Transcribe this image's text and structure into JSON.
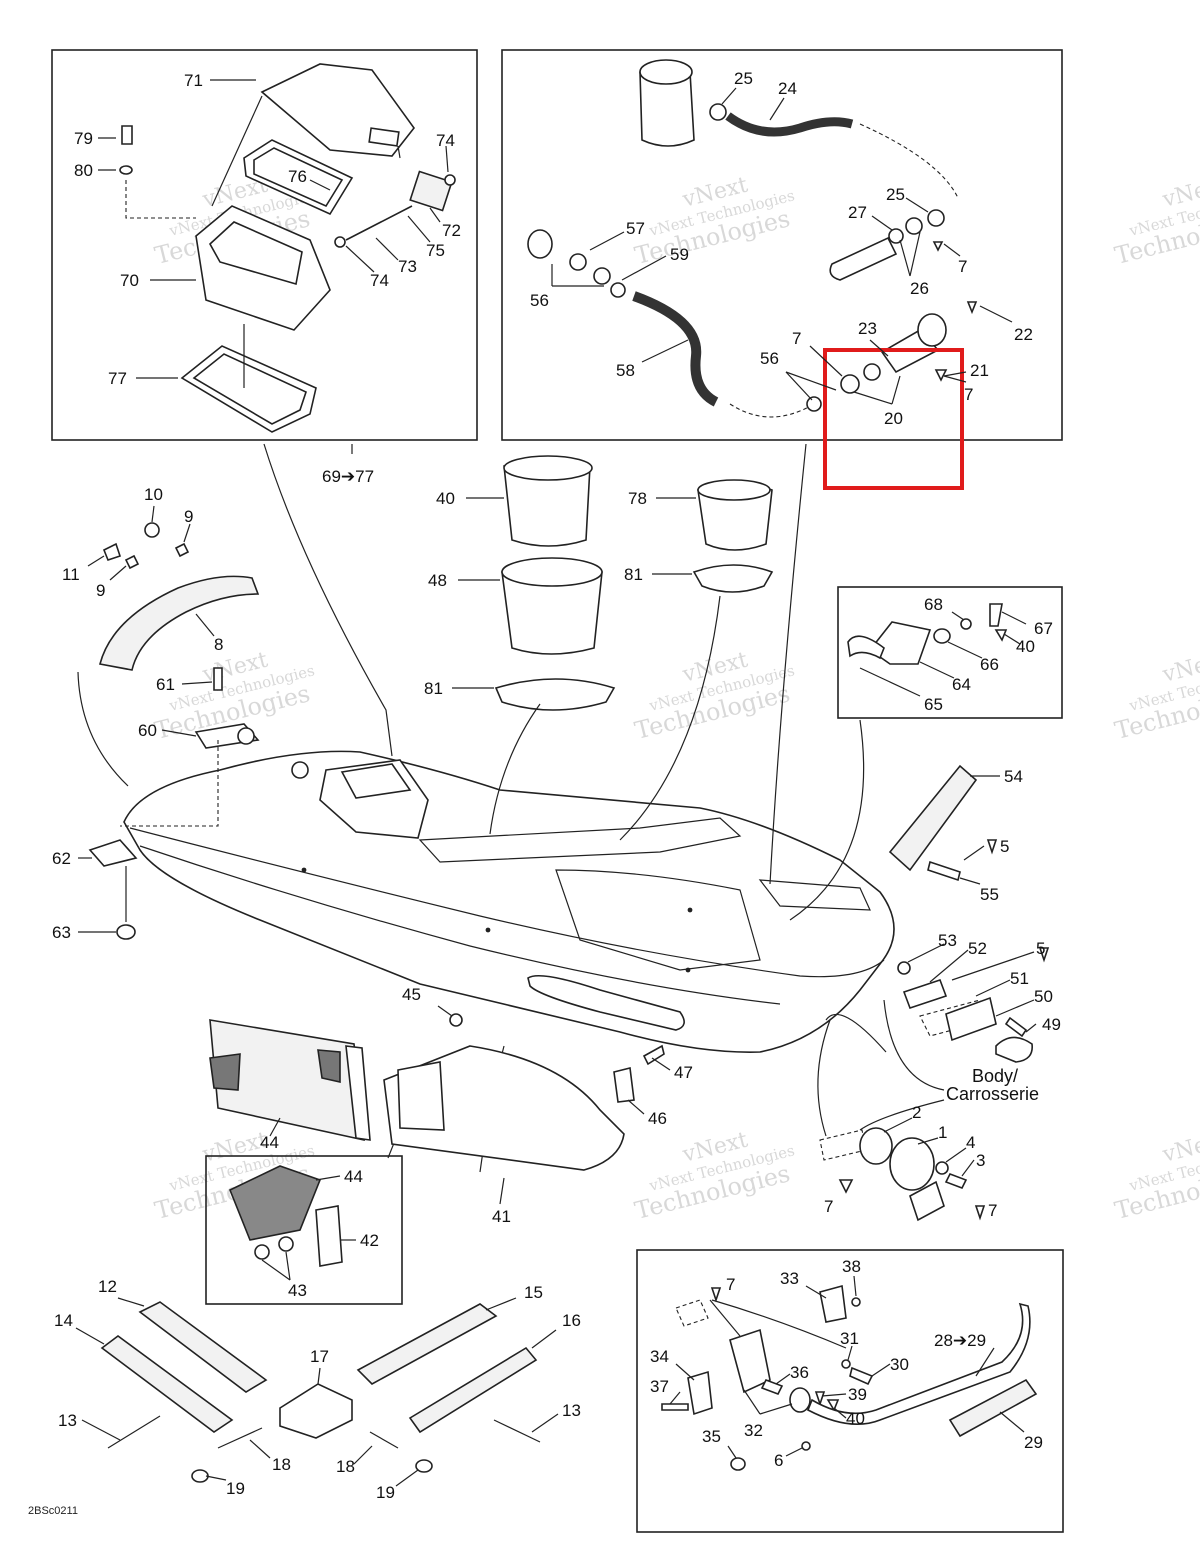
{
  "diagram": {
    "drawing_code": "2BSc0211",
    "body_note": [
      "Body/",
      "Carrosserie"
    ],
    "highlight_color": "#e01b1b",
    "watermark": [
      "vNext",
      "vNext Technologies",
      "Technologies"
    ],
    "callouts": [
      {
        "id": "c71",
        "text": "71"
      },
      {
        "id": "c79",
        "text": "79"
      },
      {
        "id": "c80",
        "text": "80"
      },
      {
        "id": "c74a",
        "text": "74"
      },
      {
        "id": "c76",
        "text": "76"
      },
      {
        "id": "c72",
        "text": "72"
      },
      {
        "id": "c75",
        "text": "75"
      },
      {
        "id": "c73",
        "text": "73"
      },
      {
        "id": "c74b",
        "text": "74"
      },
      {
        "id": "c70",
        "text": "70"
      },
      {
        "id": "c77",
        "text": "77"
      },
      {
        "id": "c6977",
        "text": "69➔77"
      },
      {
        "id": "c25a",
        "text": "25"
      },
      {
        "id": "c24",
        "text": "24"
      },
      {
        "id": "c25b",
        "text": "25"
      },
      {
        "id": "c27",
        "text": "27"
      },
      {
        "id": "c7a",
        "text": "7"
      },
      {
        "id": "c26",
        "text": "26"
      },
      {
        "id": "c57",
        "text": "57"
      },
      {
        "id": "c59",
        "text": "59"
      },
      {
        "id": "c56a",
        "text": "56"
      },
      {
        "id": "c22",
        "text": "22"
      },
      {
        "id": "c23",
        "text": "23"
      },
      {
        "id": "c7b",
        "text": "7"
      },
      {
        "id": "c21",
        "text": "21"
      },
      {
        "id": "c7c",
        "text": "7"
      },
      {
        "id": "c56b",
        "text": "56"
      },
      {
        "id": "c58",
        "text": "58"
      },
      {
        "id": "c20",
        "text": "20"
      },
      {
        "id": "c10",
        "text": "10"
      },
      {
        "id": "c9a",
        "text": "9"
      },
      {
        "id": "c11",
        "text": "11"
      },
      {
        "id": "c9b",
        "text": "9"
      },
      {
        "id": "c8",
        "text": "8"
      },
      {
        "id": "c40a",
        "text": "40"
      },
      {
        "id": "c78",
        "text": "78"
      },
      {
        "id": "c48",
        "text": "48"
      },
      {
        "id": "c81a",
        "text": "81"
      },
      {
        "id": "c81b",
        "text": "81"
      },
      {
        "id": "c68",
        "text": "68"
      },
      {
        "id": "c67",
        "text": "67"
      },
      {
        "id": "c40b",
        "text": "40"
      },
      {
        "id": "c66",
        "text": "66"
      },
      {
        "id": "c64",
        "text": "64"
      },
      {
        "id": "c65",
        "text": "65"
      },
      {
        "id": "c61",
        "text": "61"
      },
      {
        "id": "c60",
        "text": "60"
      },
      {
        "id": "c62",
        "text": "62"
      },
      {
        "id": "c63",
        "text": "63"
      },
      {
        "id": "c54",
        "text": "54"
      },
      {
        "id": "c5a",
        "text": "5"
      },
      {
        "id": "c55",
        "text": "55"
      },
      {
        "id": "c53",
        "text": "53"
      },
      {
        "id": "c52",
        "text": "52"
      },
      {
        "id": "c5b",
        "text": "5"
      },
      {
        "id": "c51",
        "text": "51"
      },
      {
        "id": "c50",
        "text": "50"
      },
      {
        "id": "c49",
        "text": "49"
      },
      {
        "id": "c45",
        "text": "45"
      },
      {
        "id": "c47",
        "text": "47"
      },
      {
        "id": "c46",
        "text": "46"
      },
      {
        "id": "c44a",
        "text": "44"
      },
      {
        "id": "c44b",
        "text": "44"
      },
      {
        "id": "c42",
        "text": "42"
      },
      {
        "id": "c43",
        "text": "43"
      },
      {
        "id": "c41",
        "text": "41"
      },
      {
        "id": "c2",
        "text": "2"
      },
      {
        "id": "c1",
        "text": "1"
      },
      {
        "id": "c4",
        "text": "4"
      },
      {
        "id": "c3",
        "text": "3"
      },
      {
        "id": "c7d",
        "text": "7"
      },
      {
        "id": "c7e",
        "text": "7"
      },
      {
        "id": "c12",
        "text": "12"
      },
      {
        "id": "c15",
        "text": "15"
      },
      {
        "id": "c14",
        "text": "14"
      },
      {
        "id": "c16",
        "text": "16"
      },
      {
        "id": "c17",
        "text": "17"
      },
      {
        "id": "c13a",
        "text": "13"
      },
      {
        "id": "c13b",
        "text": "13"
      },
      {
        "id": "c18a",
        "text": "18"
      },
      {
        "id": "c18b",
        "text": "18"
      },
      {
        "id": "c19a",
        "text": "19"
      },
      {
        "id": "c19b",
        "text": "19"
      },
      {
        "id": "c7f",
        "text": "7"
      },
      {
        "id": "c33",
        "text": "33"
      },
      {
        "id": "c38",
        "text": "38"
      },
      {
        "id": "c31",
        "text": "31"
      },
      {
        "id": "c30",
        "text": "30"
      },
      {
        "id": "c34",
        "text": "34"
      },
      {
        "id": "c36",
        "text": "36"
      },
      {
        "id": "c37",
        "text": "37"
      },
      {
        "id": "c39",
        "text": "39"
      },
      {
        "id": "c40c",
        "text": "40"
      },
      {
        "id": "c32",
        "text": "32"
      },
      {
        "id": "c35",
        "text": "35"
      },
      {
        "id": "c6",
        "text": "6"
      },
      {
        "id": "c2829",
        "text": "28➔29"
      },
      {
        "id": "c29",
        "text": "29"
      }
    ]
  }
}
